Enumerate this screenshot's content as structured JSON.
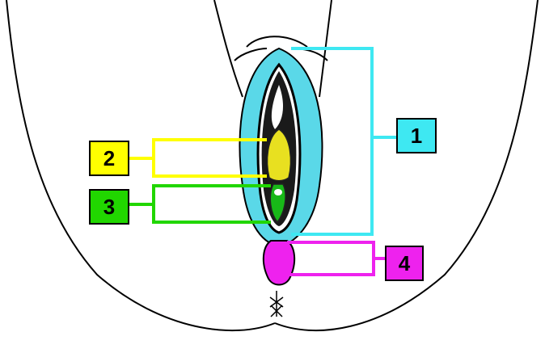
{
  "labels": [
    {
      "id": "1",
      "text": "1",
      "color": "#3ee8f2"
    },
    {
      "id": "2",
      "text": "2",
      "color": "#ffff00"
    },
    {
      "id": "3",
      "text": "3",
      "color": "#21d600"
    },
    {
      "id": "4",
      "text": "4",
      "color": "#ee22ee"
    }
  ],
  "colors": {
    "outline": "#000000",
    "background": "#ffffff",
    "region_cyan": "#5ad8e8",
    "region_yellow": "#e8e020",
    "region_green": "#18b818",
    "region_magenta": "#ee22ee"
  }
}
